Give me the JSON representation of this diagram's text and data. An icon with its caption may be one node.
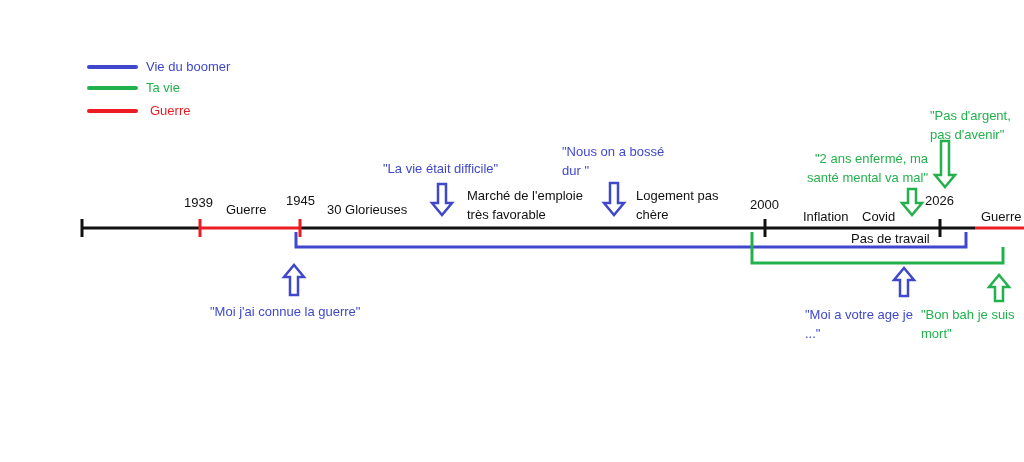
{
  "diagram": {
    "labels": [
      "1939",
      "Guerre",
      "1945",
      "30 Glorieuses",
      "\"La vie était difficile\"",
      "Marché de l'emploie très favorable",
      "\"Nous on a bossé dur \"",
      "Logement pas chère",
      "2000",
      "Inflation",
      "Covid",
      "2026",
      "Guerre",
      "Pas de travail",
      "\"Pas d'argent, pas d'avenir\"",
      "\"2 ans enfermé, ma santé mental va mal\"",
      "\"Moi j'ai connue la guerre\"",
      "\"Moi a votre age je ...\"",
      "\"Bon bah je suis mort\""
    ],
    "legend": [
      {
        "text": "Vie du boomer",
        "color": "#3f48cc"
      },
      {
        "text": "Ta vie",
        "color": "#22b14c"
      },
      {
        "text": "Guerre",
        "color": "#ed1c24"
      }
    ]
  }
}
